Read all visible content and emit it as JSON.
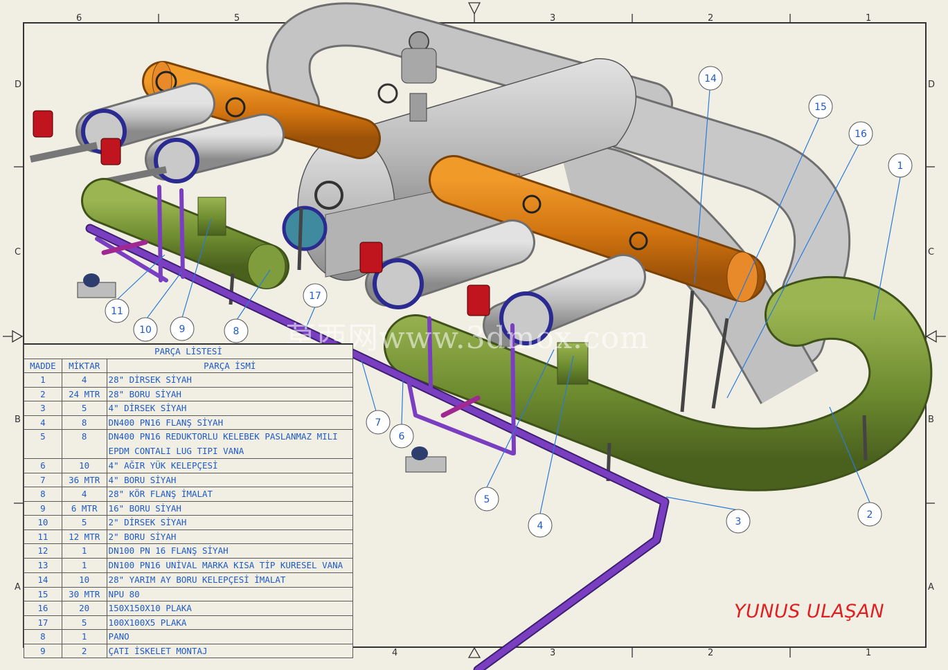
{
  "frame": {
    "col_labels": [
      "6",
      "5",
      "4",
      "3",
      "2",
      "1"
    ],
    "row_labels": [
      "D",
      "C",
      "B",
      "A"
    ]
  },
  "bom": {
    "title": "PARÇA LİSTESİ",
    "headers": [
      "MADDE",
      "MİKTAR",
      "PARÇA İSMİ"
    ],
    "rows": [
      {
        "item": "1",
        "qty": "4",
        "name": "28\" DİRSEK SİYAH"
      },
      {
        "item": "2",
        "qty": "24 MTR",
        "name": "28\" BORU SİYAH"
      },
      {
        "item": "3",
        "qty": "5",
        "name": "4\" DİRSEK SİYAH"
      },
      {
        "item": "4",
        "qty": "8",
        "name": "DN400 PN16 FLANŞ SİYAH"
      },
      {
        "item": "5",
        "qty": "8",
        "name": "DN400 PN16 REDUKTORLU KELEBEK PASLANMAZ MILI EPDM CONTALI LUG TIPI VANA"
      },
      {
        "item": "6",
        "qty": "10",
        "name": "4\" AĞIR YÜK KELEPÇESİ"
      },
      {
        "item": "7",
        "qty": "36 MTR",
        "name": "4\" BORU SİYAH"
      },
      {
        "item": "8",
        "qty": "4",
        "name": "28\" KÖR FLANŞ İMALAT"
      },
      {
        "item": "9",
        "qty": "6 MTR",
        "name": "16\" BORU SİYAH"
      },
      {
        "item": "10",
        "qty": "5",
        "name": "2\" DİRSEK SİYAH"
      },
      {
        "item": "11",
        "qty": "12 MTR",
        "name": "2\" BORU SİYAH"
      },
      {
        "item": "12",
        "qty": "1",
        "name": "DN100 PN 16 FLANŞ SİYAH"
      },
      {
        "item": "13",
        "qty": "1",
        "name": "DN100 PN16 UNİVAL MARKA KISA TİP KURESEL VANA"
      },
      {
        "item": "14",
        "qty": "10",
        "name": "28\" YARIM AY BORU KELEPÇESİ İMALAT"
      },
      {
        "item": "15",
        "qty": "30 MTR",
        "name": "NPU 80"
      },
      {
        "item": "16",
        "qty": "20",
        "name": "150X150X10 PLAKA"
      },
      {
        "item": "17",
        "qty": "5",
        "name": "100X100X5 PLAKA"
      },
      {
        "item": "8",
        "qty": "1",
        "name": "PANO"
      },
      {
        "item": "9",
        "qty": "2",
        "name": "ÇATI İSKELET MONTAJ"
      }
    ]
  },
  "balloons": [
    "1",
    "2",
    "3",
    "4",
    "5",
    "6",
    "7",
    "8",
    "9",
    "10",
    "11",
    "14",
    "15",
    "16",
    "17"
  ],
  "signature": "YUNUS ULAŞAN",
  "watermark": "莫西网www.3dmox.com",
  "colors": {
    "background": "#f1efe4",
    "balloon_text": "#1e5ac8",
    "leader_line": "#2a7ad8",
    "pipe_orange": "#d27410",
    "pipe_green": "#6e8c30",
    "pipe_grey": "#b9b9b9",
    "pipe_purple": "#7a3fc0",
    "signature": "#e02020"
  }
}
